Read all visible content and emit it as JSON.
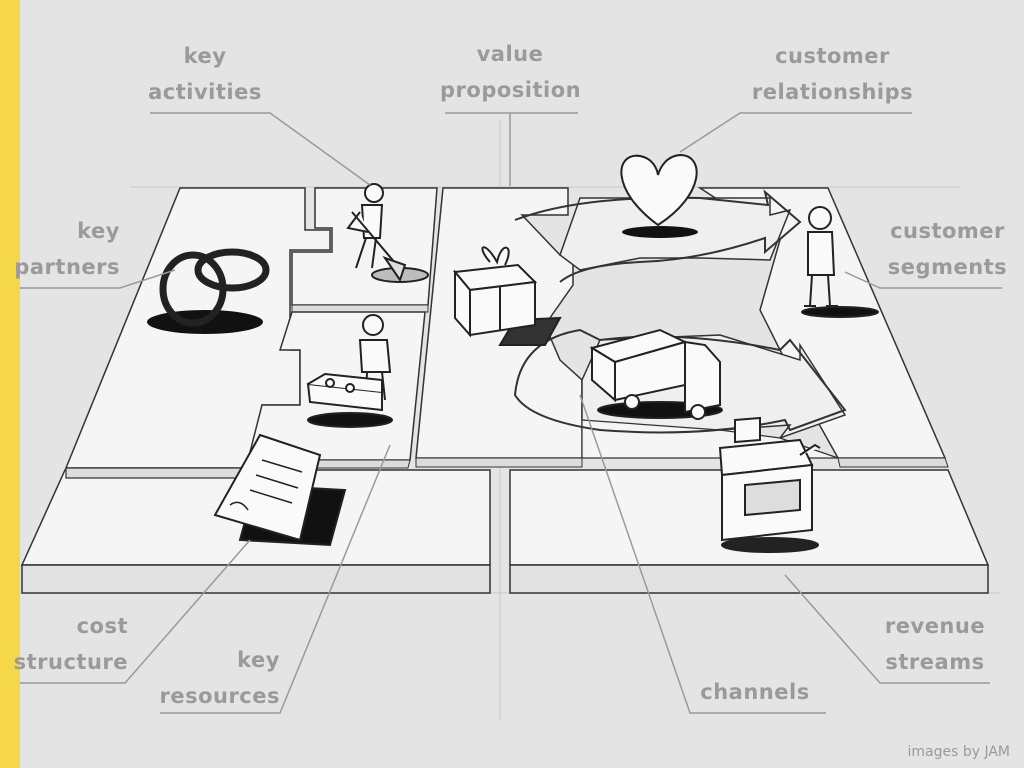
{
  "labels": {
    "key_activities": [
      "key",
      "activities"
    ],
    "value_proposition": [
      "value",
      "proposition"
    ],
    "customer_relationships": [
      "customer",
      "relationships"
    ],
    "key_partners": [
      "key",
      "partners"
    ],
    "customer_segments": [
      "customer",
      "segments"
    ],
    "cost_structure": [
      "cost",
      "structure"
    ],
    "key_resources": [
      "key",
      "resources"
    ],
    "channels": "channels",
    "revenue_streams": [
      "revenue",
      "streams"
    ]
  },
  "credit": "images by JAM",
  "colors": {
    "accent_stripe": "#f7d74a",
    "background": "#e4e4e4",
    "label": "#9a9a9a",
    "ink": "#2a2a2a",
    "board": "#f4f4f4"
  }
}
